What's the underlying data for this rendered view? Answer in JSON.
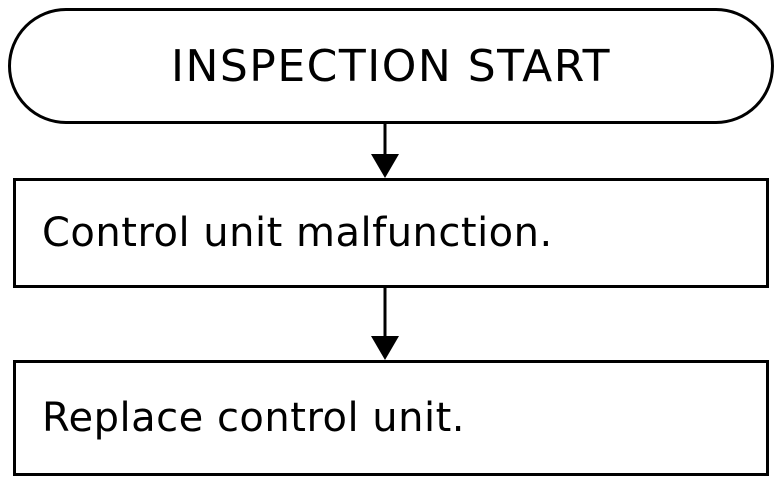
{
  "flowchart": {
    "start": {
      "label": "INSPECTION START",
      "shape": "rounded-terminal"
    },
    "steps": [
      {
        "label": "Control unit malfunction.",
        "shape": "rectangle"
      },
      {
        "label": "Replace control unit.",
        "shape": "rectangle"
      }
    ],
    "colors": {
      "line": "#000000",
      "background": "#ffffff"
    }
  }
}
